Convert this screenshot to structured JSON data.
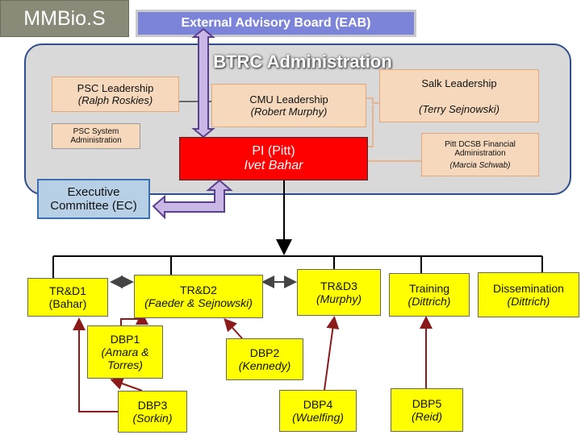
{
  "logo": {
    "text": "MMBio.S"
  },
  "eab": {
    "label": "External Advisory Board (EAB)"
  },
  "admin": {
    "title": "BTRC Administration"
  },
  "psc": {
    "title": "PSC Leadership",
    "person": "(Ralph Roskies)"
  },
  "psc_system": {
    "line1": "PSC System",
    "line2": "Administration"
  },
  "cmu": {
    "title": "CMU Leadership",
    "person": "(Robert Murphy)"
  },
  "salk": {
    "title": "Salk Leadership",
    "person": "(Terry Sejnowski)"
  },
  "pitt_dcsb": {
    "line1": "Pitt DCSB Financial",
    "line2": "Administration",
    "person": "(Marcia Schwab)"
  },
  "pi": {
    "title": "PI (Pitt)",
    "person": "Ivet Bahar"
  },
  "exec": {
    "line1": "Executive",
    "line2": "Committee (EC)"
  },
  "trd1": {
    "title": "TR&D1",
    "person": "(Bahar)"
  },
  "trd2": {
    "title": "TR&D2",
    "person": "(Faeder & Sejnowski)"
  },
  "trd3": {
    "title": "TR&D3",
    "person": "(Murphy)"
  },
  "training": {
    "title": "Training",
    "person": "(Dittrich)"
  },
  "dissemination": {
    "title": "Dissemination",
    "person": "(Dittrich)"
  },
  "dbp1": {
    "title": "DBP1",
    "person1": "(Amara &",
    "person2": "Torres)"
  },
  "dbp2": {
    "title": "DBP2",
    "person": "(Kennedy)"
  },
  "dbp3": {
    "title": "DBP3",
    "person": "(Sorkin)"
  },
  "dbp4": {
    "title": "DBP4",
    "person": "(Wuelfing)"
  },
  "dbp5": {
    "title": "DBP5",
    "person": "(Reid)"
  },
  "colors": {
    "pi": "#ff0000",
    "projects": "#ffff00",
    "leadership": "#f6d8bc",
    "eab": "#7b84d8",
    "admin_panel": "#d9d9d9",
    "exec": "#b8d0e6",
    "collab_arrows": "#8b1a1a",
    "big_arrows": "#c9b8e6"
  }
}
